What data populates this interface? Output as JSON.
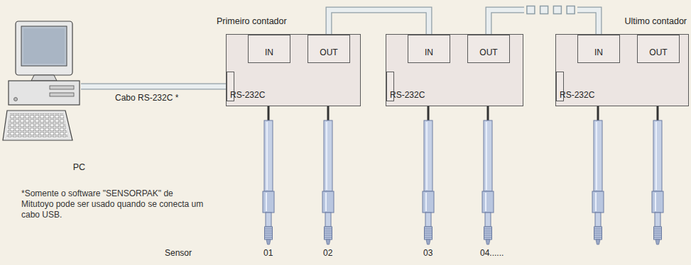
{
  "diagram": {
    "nodes": [
      {
        "text": [
          "PC"
        ]
      },
      {
        "text": [
          "Primeiro contador"
        ]
      },
      {
        "text": [
          "IN"
        ],
        "in": 1
      },
      {
        "text": [
          "OUT"
        ],
        "in": 1
      },
      {
        "text": [
          "RS-232C"
        ],
        "in": 1
      },
      {
        "text": []
      },
      {
        "text": [
          "IN"
        ],
        "in": 5
      },
      {
        "text": [
          "OUT"
        ],
        "in": 5
      },
      {
        "text": [
          "RS-232C"
        ],
        "in": 5
      },
      {
        "text": [
          "Ultimo contador"
        ]
      },
      {
        "text": [
          "IN"
        ],
        "in": 9
      },
      {
        "text": [
          "OUT"
        ],
        "in": 9
      },
      {
        "text": [
          "RS-232C"
        ],
        "in": 9
      }
    ],
    "edges": [
      {
        "from": 0,
        "to": 4,
        "arrow": "none",
        "label": "Cabo RS-232C *"
      },
      {
        "from": 3,
        "to": 6,
        "arrow": "none"
      },
      {
        "from": 7,
        "to": 10,
        "arrow": "none"
      }
    ],
    "labels": [
      "*Somente o software \"SENSORPAK\" de Mitutoyo pode ser usado quando se conecta um cabo USB.",
      "Sensor",
      "01",
      "02",
      "03",
      "04......"
    ]
  }
}
